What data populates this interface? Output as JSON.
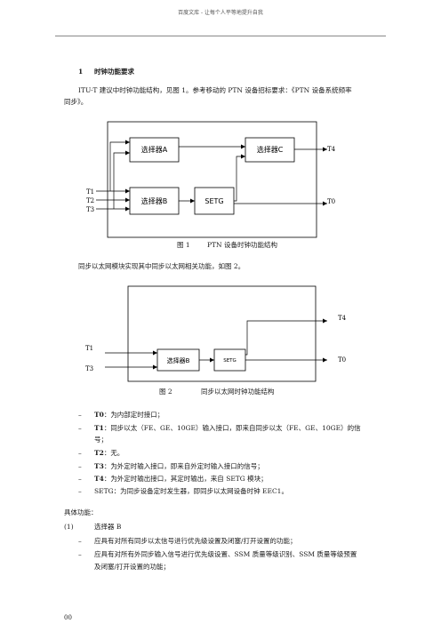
{
  "header": {
    "text": "百度文库 - 让每个人平等地提升自我"
  },
  "section": {
    "number": "1",
    "title": "时钟功能要求"
  },
  "intro": {
    "line1": "ITU-T 建议中时钟功能结构，见图 1。参考移动的 PTN 设备招标要求：《PTN 设备系统频率",
    "line2": "同步》。"
  },
  "figure1": {
    "selector_a": "选择器A",
    "selector_b": "选择器B",
    "selector_c": "选择器C",
    "setg": "SETG",
    "inputs": [
      "T1",
      "T2",
      "T3"
    ],
    "out_t4": "T4",
    "out_t0": "T0",
    "caption_num": "图 1",
    "caption_text": "PTN 设备时钟功能结构"
  },
  "between_text": "同步以太网模块实现其中同步以太网相关功能，如图 2。",
  "figure2": {
    "selector_b": "选择器B",
    "setg": "SETG",
    "in_t1": "T1",
    "in_t3": "T3",
    "out_t4": "T4",
    "out_t0": "T0",
    "caption_num": "图 2",
    "caption_text": "同步以太网时钟功能结构"
  },
  "definitions": [
    {
      "term": "T0",
      "desc": "为内部定时接口；"
    },
    {
      "term": "T1",
      "desc": "同步以太（FE、GE、10GE）输入接口，即来自同步以太（FE、GE、10GE）的信",
      "cont": "号；"
    },
    {
      "term": "T2",
      "desc": "无。"
    },
    {
      "term": "T3",
      "desc": "为外定时输入接口，即来自外定时输入接口的信号；"
    },
    {
      "term": "T4",
      "desc": "为外定时输出接口，其定时输出，来自 SETG 模块；"
    },
    {
      "term": "SETG",
      "desc": "为同步设备定时发生器，即同步以太网设备时钟 EEC1。"
    }
  ],
  "dash": "–",
  "functions": {
    "heading": "具体功能：",
    "item_num": "(1)",
    "item_title": "选择器 B",
    "bullets": [
      "应具有对所有同步以太信号进行优先级设置及闭塞/打开设置的功能；",
      "应具有对所有外同步输入信号进行优先级设置、SSM 质量等级识别、SSM 质量等级预置"
    ],
    "bullet2_cont": "及闭塞/打开设置的功能；"
  },
  "page_number": "00"
}
